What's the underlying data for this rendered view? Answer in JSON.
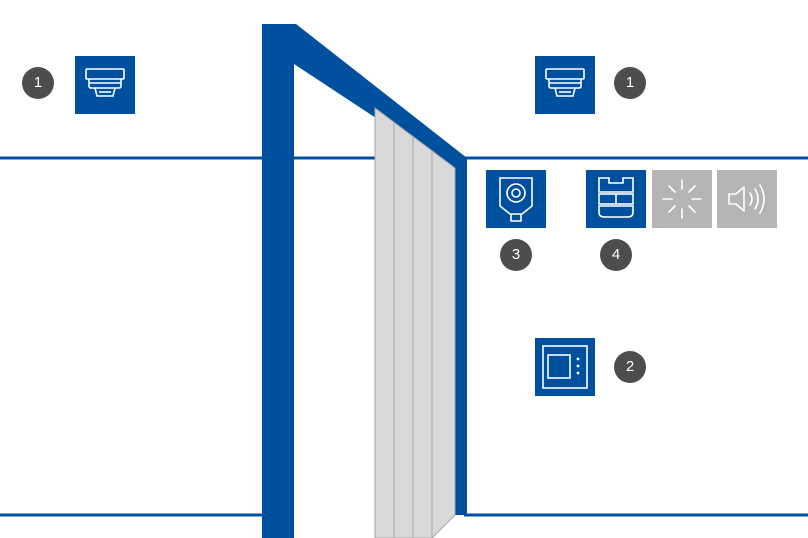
{
  "colors": {
    "brand_blue": "#0050a0",
    "badge_gray": "#4d4d4d",
    "tile_gray": "#b5b5b5",
    "door_panel": "#d9d9d9",
    "door_outline": "#a6a6a6",
    "background": "#ffffff"
  },
  "devices": {
    "smoke_detector_left": {
      "badge": "1",
      "icon": "smoke-detector-icon"
    },
    "smoke_detector_right": {
      "badge": "1",
      "icon": "smoke-detector-icon"
    },
    "hand_release_button": {
      "badge": "2",
      "icon": "release-button-icon"
    },
    "door_magnet": {
      "badge": "3",
      "icon": "door-magnet-icon"
    },
    "door_controller": {
      "badge": "4",
      "icon": "door-controller-icon"
    },
    "flash_light": {
      "icon": "flash-light-icon",
      "active": false
    },
    "acoustic_signal": {
      "icon": "speaker-icon",
      "active": false
    }
  }
}
